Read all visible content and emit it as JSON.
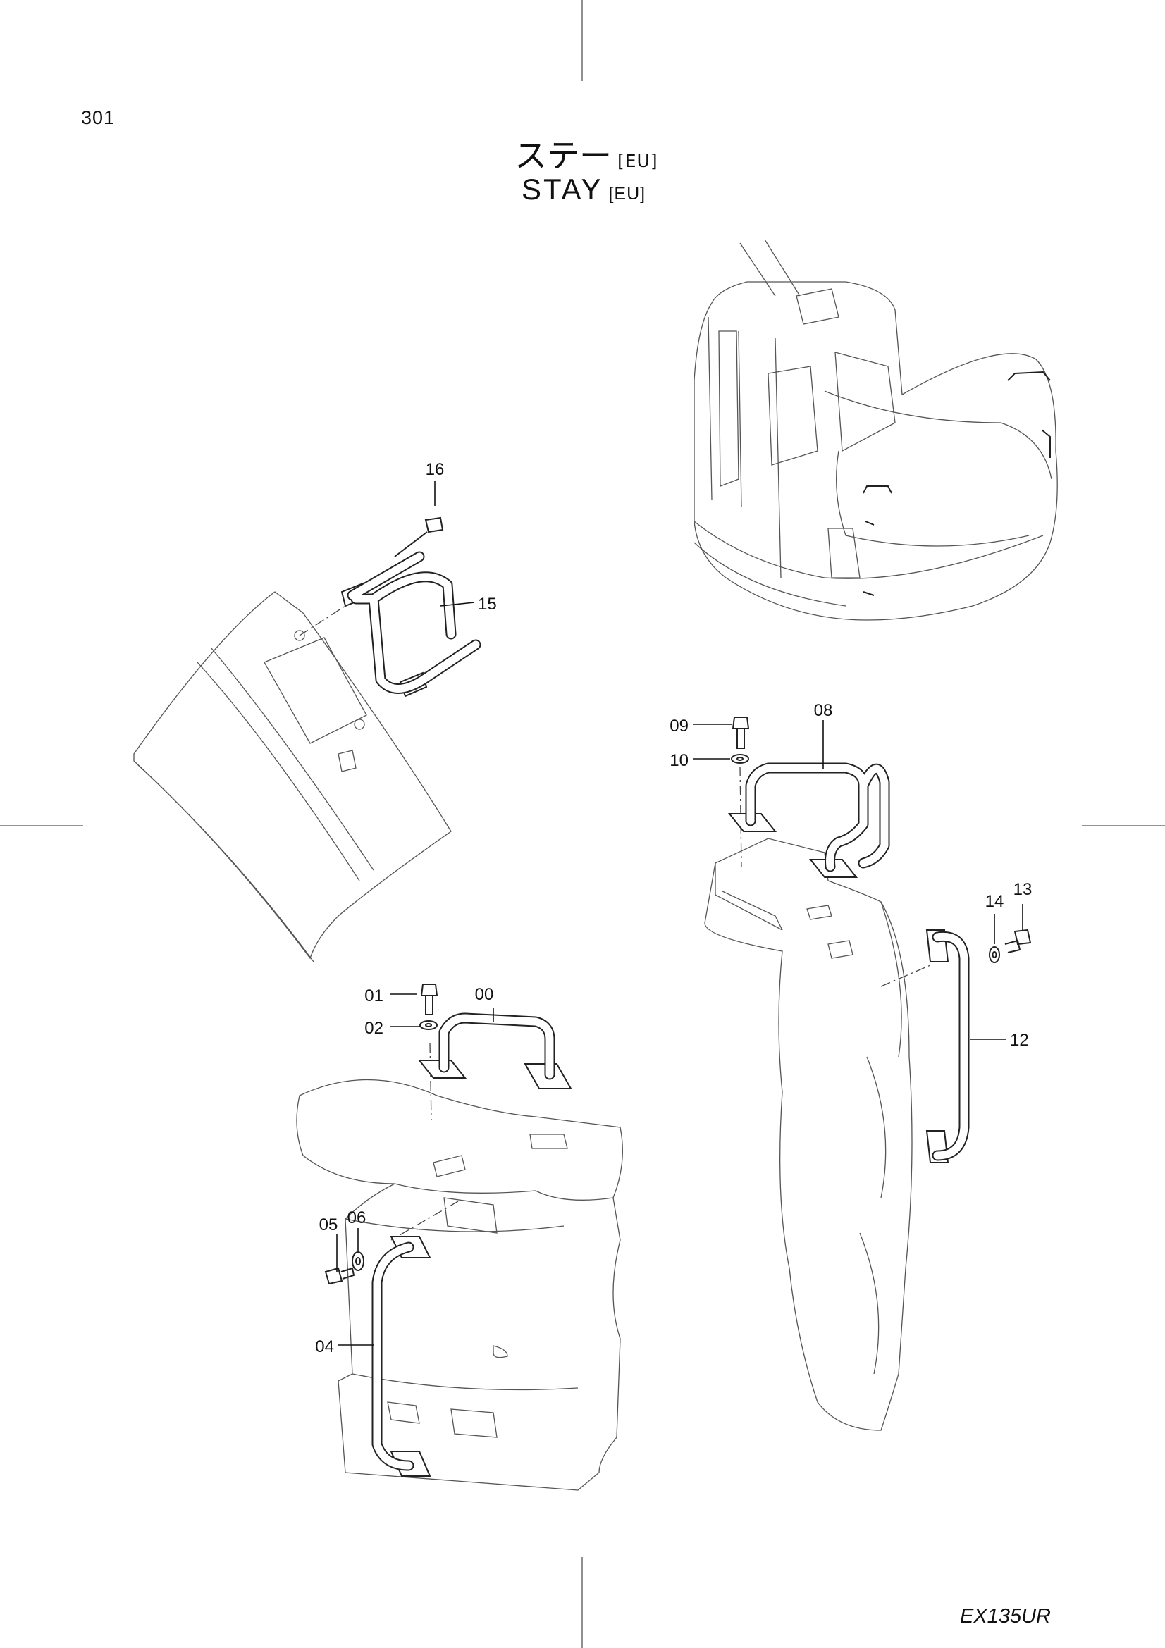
{
  "page": {
    "number": "301",
    "model": "EX135UR"
  },
  "title": {
    "jp": "ステー",
    "en": "STAY",
    "tag": "[EU]"
  },
  "parts": [
    {
      "key": "p00",
      "label": "00"
    },
    {
      "key": "p01",
      "label": "01"
    },
    {
      "key": "p02",
      "label": "02"
    },
    {
      "key": "p04",
      "label": "04"
    },
    {
      "key": "p05",
      "label": "05"
    },
    {
      "key": "p06",
      "label": "06"
    },
    {
      "key": "p08",
      "label": "08"
    },
    {
      "key": "p09",
      "label": "09"
    },
    {
      "key": "p10",
      "label": "10"
    },
    {
      "key": "p12",
      "label": "12"
    },
    {
      "key": "p13",
      "label": "13"
    },
    {
      "key": "p14",
      "label": "14"
    },
    {
      "key": "p15",
      "label": "15"
    },
    {
      "key": "p16",
      "label": "16"
    }
  ]
}
